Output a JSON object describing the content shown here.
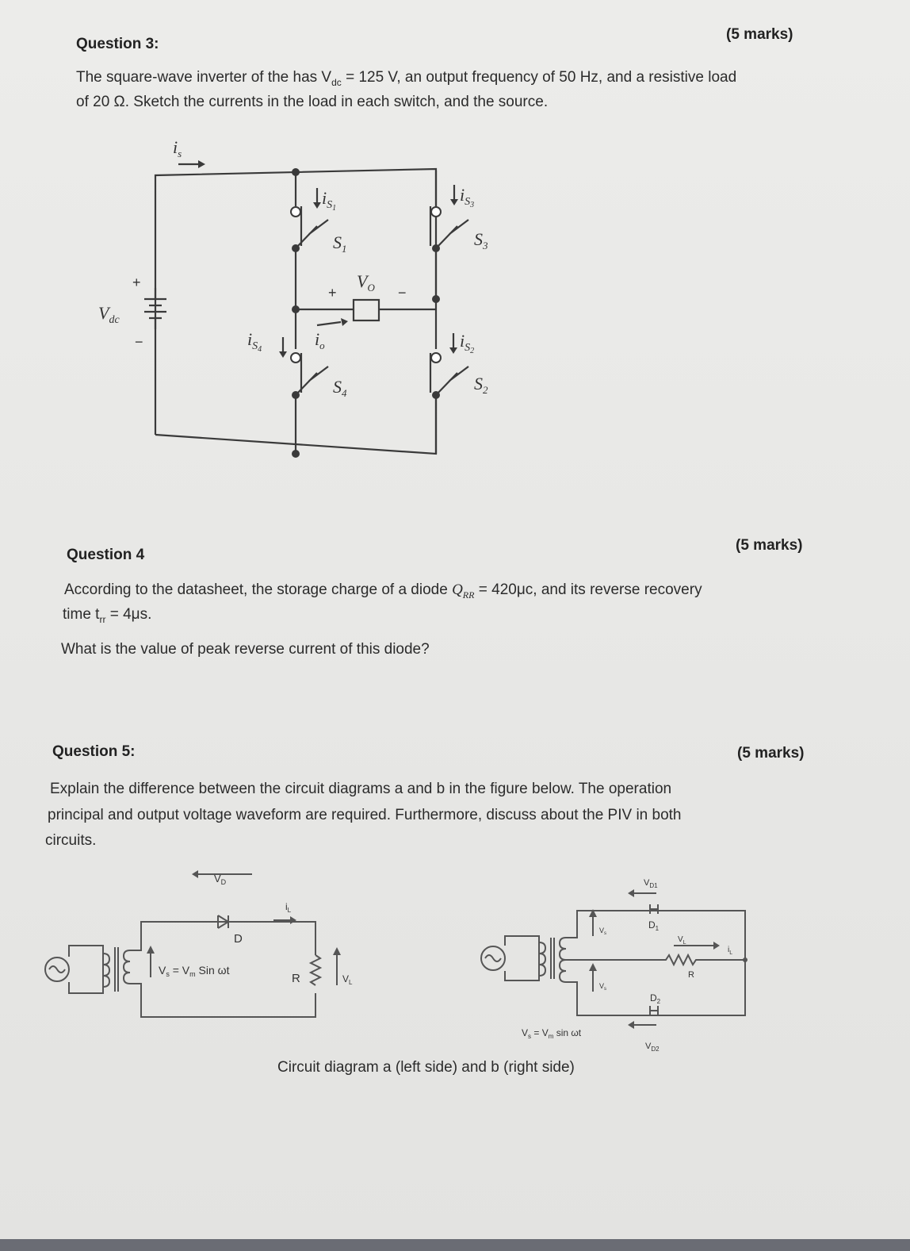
{
  "q3": {
    "heading": "Question 3:",
    "marks": "(5 marks)",
    "line1": "The square-wave inverter of the has V",
    "vdc_sub": "dc",
    "line1_rest": " = 125 V, an output frequency of 50 Hz, and a resistive load",
    "line2": "of 20 Ω. Sketch the currents in the load in each switch, and the source.",
    "circuit": {
      "is": "i",
      "is_sub": "s",
      "vdc": "V",
      "vdc_sub": "dc",
      "plus": "+",
      "minus": "−",
      "is1": "i",
      "is1_sub": "S",
      "is1_num": "1",
      "is2_num": "2",
      "is3_num": "3",
      "is4_num": "4",
      "s1": "S",
      "vo": "V",
      "vo_sub": "O",
      "io": "i",
      "io_sub": "o"
    }
  },
  "q4": {
    "heading": "Question 4",
    "marks": "(5 marks)",
    "line1_a": "According to the datasheet, the storage charge of a diode ",
    "qrr": "Q",
    "qrr_sub": "RR",
    "line1_b": " = 420μc, and its reverse recovery",
    "line2_a": "time t",
    "line2_sub": "rr",
    "line2_b": " = 4μs.",
    "line3": "What is the value of peak reverse current of this diode?"
  },
  "q5": {
    "heading": "Question 5:",
    "marks": "(5 marks)",
    "line1": "Explain the difference between the circuit diagrams a and b in the figure below. The operation",
    "line2": "principal and output voltage waveform are required. Furthermore, discuss about the PIV in both",
    "line3": "circuits.",
    "caption": "Circuit diagram a (left side) and b (right side)",
    "circuit_a": {
      "vd": "V",
      "vd_sub": "D",
      "d": "D",
      "il": "i",
      "il_sub": "L",
      "vs_eq": "V",
      "vs_sub": "s",
      "eq": " = V",
      "vm_sub": "m",
      "sin": " Sin ωt",
      "r": "R",
      "vl": "V",
      "vl_sub": "L"
    },
    "circuit_b": {
      "vd1": "V",
      "vd1_sub": "D1",
      "d1": "D",
      "d1_sub": "1",
      "vl": "V",
      "vl_sub": "L",
      "il": "i",
      "il_sub": "L",
      "vs": "V",
      "vs_sub": "s",
      "r": "R",
      "d2": "D",
      "d2_sub": "2",
      "vs_eq": "V",
      "vs_eq_sub": "s",
      "eq": " = V",
      "vm_sub": "m",
      "sin": " sin ωt",
      "vd2": "V",
      "vd2_sub": "D2"
    }
  }
}
